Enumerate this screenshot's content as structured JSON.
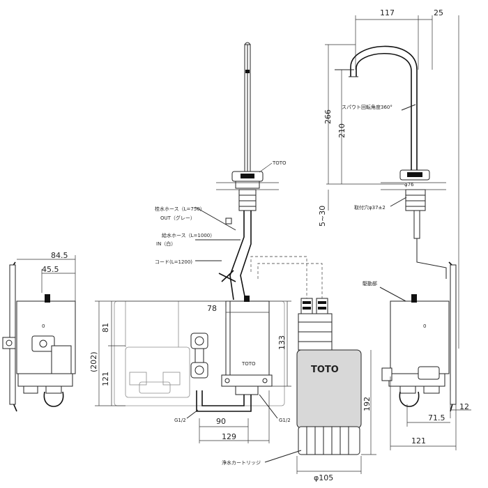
{
  "labels": {
    "drain_hose": "桂水ホース（L=750）",
    "out_grey": "OUT（グレー）",
    "supply_hose": "給水ホース（L=1000）",
    "in_white": "IN（白）",
    "cord": "コード(L=1200)",
    "spout_rotation": "スパウト回転角度360°",
    "mount_hole": "取付穴φ37±2",
    "drive_unit": "駆動部",
    "cartridge": "浄水カートリッジ",
    "brand_tag": "TOTO",
    "g_left": "G1/2",
    "g_right": "G1/2"
  },
  "dims": {
    "d_117": "117",
    "d_25": "25",
    "d_266": "266",
    "d_210": "210",
    "d_76": "φ76",
    "d_5_30": "5~30",
    "d_84_5": "84.5",
    "d_45_5": "45.5",
    "d_78": "78",
    "d_81": "81",
    "d_202": "(202)",
    "d_121_left": "121",
    "d_133": "133",
    "d_90": "90",
    "d_129": "129",
    "d_192": "192",
    "d_105": "φ105",
    "d_12": "12",
    "d_71_5": "71.5",
    "d_121_right": "121",
    "marker_left": "0",
    "marker_right": "0"
  },
  "brand": {
    "cartridge_logo": "TOTO",
    "unit_logo": "TOTO"
  }
}
